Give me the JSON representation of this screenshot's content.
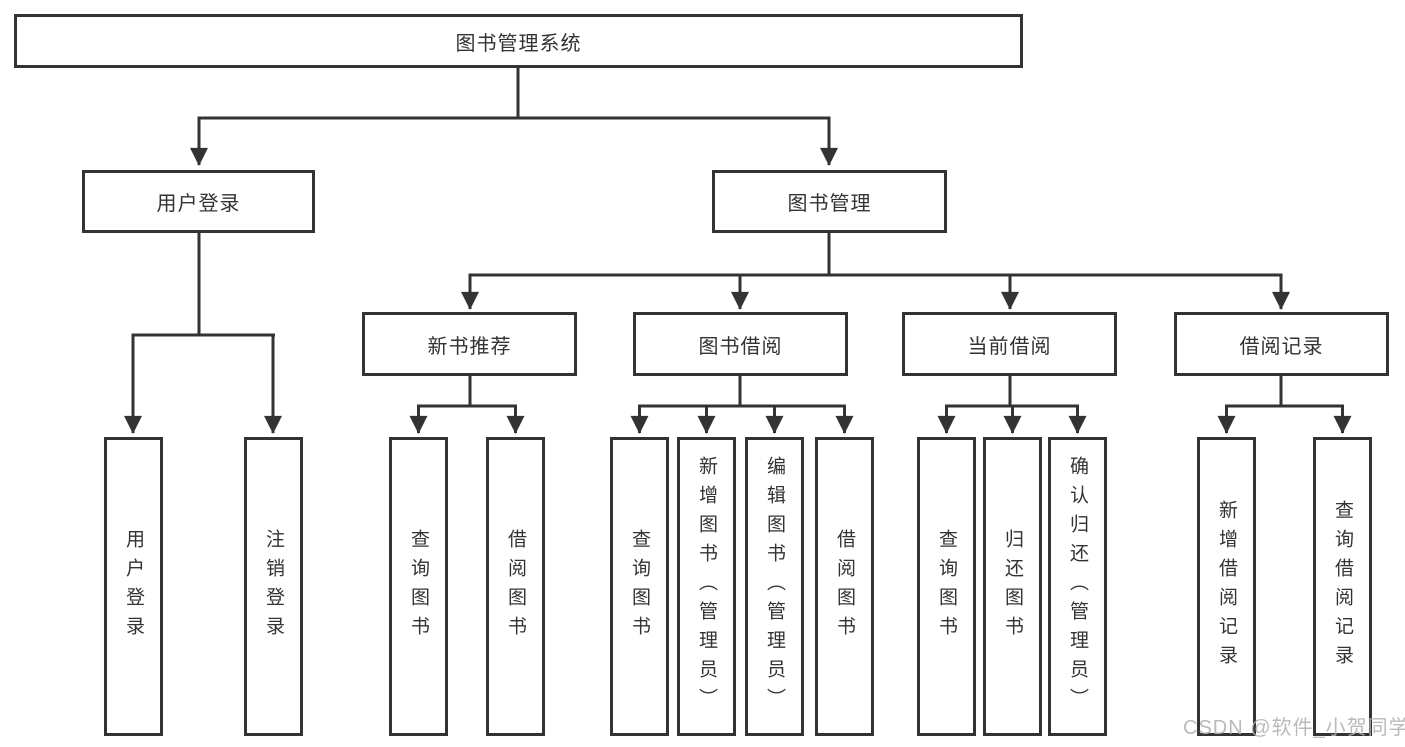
{
  "diagram": {
    "title": "图书管理系统",
    "branches": [
      {
        "label": "用户登录",
        "leaves": [
          {
            "label": "用户登录"
          },
          {
            "label": "注销登录"
          }
        ]
      },
      {
        "label": "图书管理",
        "sections": [
          {
            "label": "新书推荐",
            "leaves": [
              {
                "label": "查询图书"
              },
              {
                "label": "借阅图书"
              }
            ]
          },
          {
            "label": "图书借阅",
            "leaves": [
              {
                "label": "查询图书"
              },
              {
                "label": "新增图书（管理员）"
              },
              {
                "label": "编辑图书（管理员）"
              },
              {
                "label": "借阅图书"
              }
            ]
          },
          {
            "label": "当前借阅",
            "leaves": [
              {
                "label": "查询图书"
              },
              {
                "label": "归还图书"
              },
              {
                "label": "确认归还（管理员）"
              }
            ]
          },
          {
            "label": "借阅记录",
            "leaves": [
              {
                "label": "新增借阅记录"
              },
              {
                "label": "查询借阅记录"
              }
            ]
          }
        ]
      }
    ]
  },
  "watermark": {
    "text": "CSDN @软件_小贺同学"
  },
  "colors": {
    "line": "#333333",
    "box_background": "#ffffff",
    "text": "#333333",
    "watermark": "#b3b3b3"
  }
}
